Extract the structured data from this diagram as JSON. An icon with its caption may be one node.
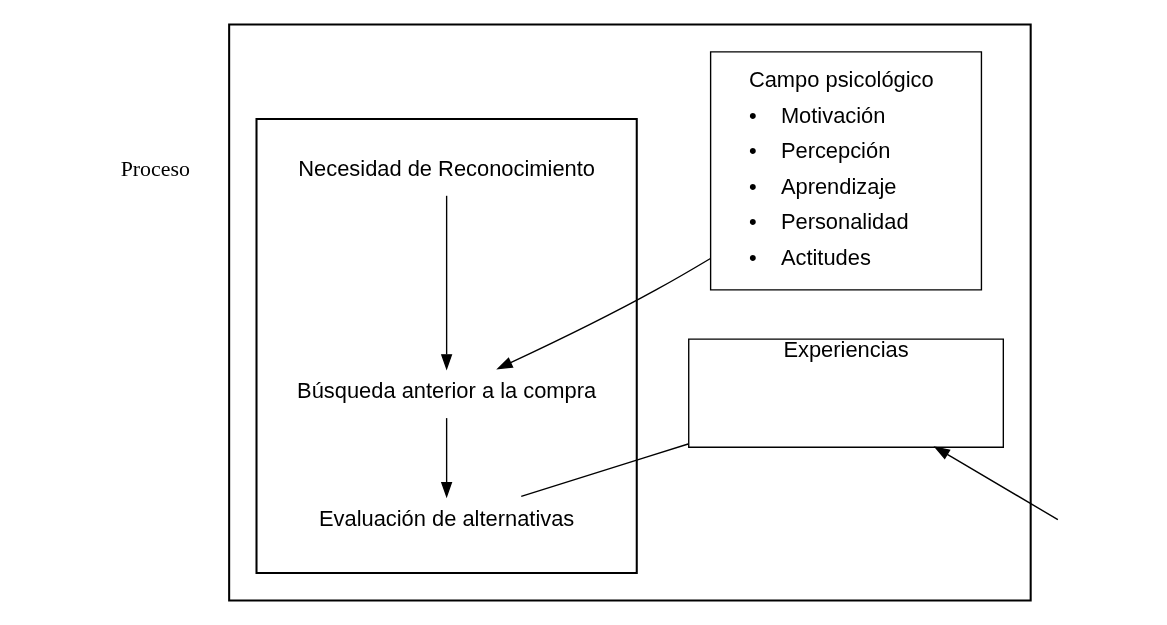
{
  "diagram": {
    "nodes": [
      {
        "text": [],
        "shape": "box"
      },
      {
        "text": [],
        "shape": "box",
        "in": 0
      },
      {
        "text": [
          "Necesidad de Reconocimiento"
        ],
        "in": 1
      },
      {
        "text": [
          "Búsqueda anterior a la compra"
        ],
        "in": 1
      },
      {
        "text": [
          "Evaluación de alternativas"
        ],
        "in": 1
      },
      {
        "text": [
          "Campo psicológico",
          "•    Motivación",
          "•    Percepción",
          "•    Aprendizaje",
          "•    Personalidad",
          "•    Actitudes"
        ],
        "in": 0
      },
      {
        "text": [
          "Experiencias"
        ],
        "in": 0
      }
    ],
    "edges": [
      {
        "from": 2,
        "to": 3,
        "arrow": "to"
      },
      {
        "from": 3,
        "to": 4,
        "arrow": "to"
      },
      {
        "from": 5,
        "to": 3,
        "arrow": "to"
      },
      {
        "from": 4,
        "to": 6,
        "arrow": "none"
      },
      {
        "from": null,
        "to": 6,
        "arrow": "to"
      }
    ],
    "labels": [
      "Proceso"
    ]
  }
}
